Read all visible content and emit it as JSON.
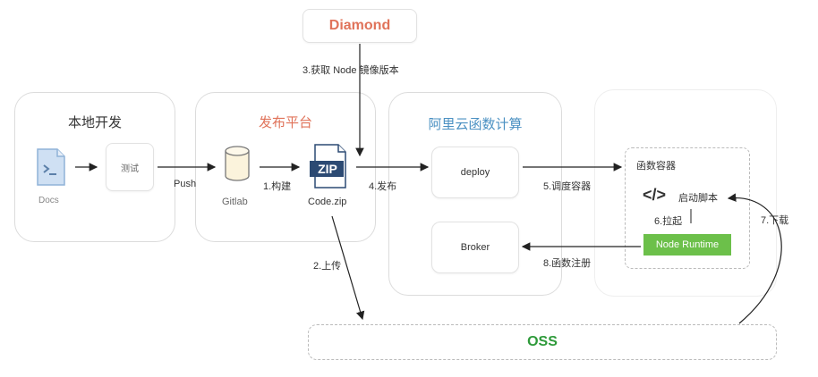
{
  "diamond": {
    "label": "Diamond",
    "color": "#e0735a"
  },
  "local_panel": {
    "title": "本地开发",
    "docs_label": "Docs",
    "test_label": "测试"
  },
  "publish_panel": {
    "title": "发布平台",
    "title_color": "#e0735a",
    "gitlab_label": "Gitlab",
    "zip_text": "ZIP",
    "codezip_label": "Code.zip"
  },
  "fc_panel": {
    "title": "阿里云函数计算",
    "title_color": "#4a90c2",
    "deploy_label": "deploy",
    "broker_label": "Broker"
  },
  "container_panel": {
    "title": "函数容器",
    "script_icon_text": "</>",
    "script_label": "启动脚本",
    "pull_label": "6.拉起",
    "runtime_label": "Node Runtime",
    "runtime_color": "#6cc04a"
  },
  "oss": {
    "label": "OSS",
    "color": "#2e9a3a"
  },
  "edges": {
    "push": "Push",
    "build": "1.构建",
    "upload": "2.上传",
    "get_version": "3.获取 Node 镜像版本",
    "publish": "4.发布",
    "schedule": "5.调度容器",
    "download": "7.下载",
    "register": "8.函数注册"
  }
}
